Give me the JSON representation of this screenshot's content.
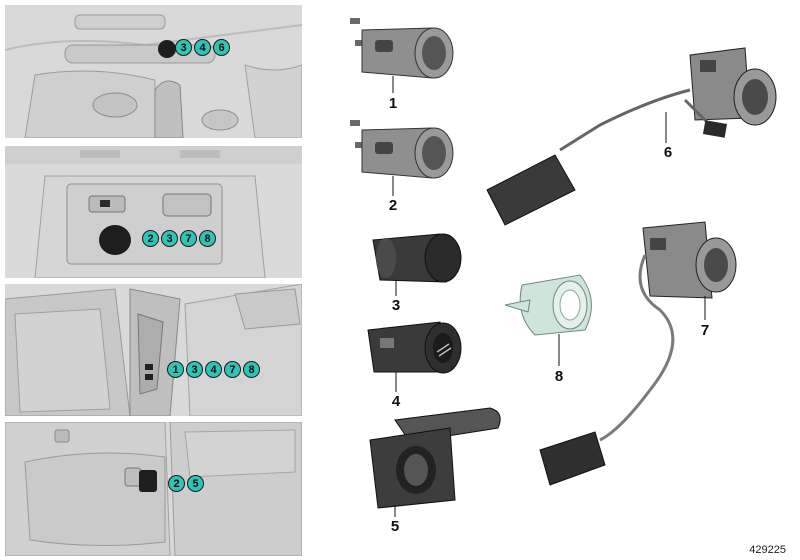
{
  "panels": [
    {
      "name": "front-console",
      "callouts": [
        "3",
        "4",
        "6"
      ]
    },
    {
      "name": "rear-console",
      "callouts": [
        "2",
        "3",
        "7",
        "8"
      ]
    },
    {
      "name": "rear-seat-side",
      "callouts": [
        "1",
        "3",
        "4",
        "7",
        "8"
      ]
    },
    {
      "name": "luggage-compartment",
      "callouts": [
        "2",
        "5"
      ]
    }
  ],
  "parts": [
    {
      "number": "1",
      "icon": "socket-housing-icon"
    },
    {
      "number": "2",
      "icon": "socket-housing-icon"
    },
    {
      "number": "3",
      "icon": "socket-cap-icon"
    },
    {
      "number": "4",
      "icon": "cigarette-lighter-icon"
    },
    {
      "number": "5",
      "icon": "socket-with-cover-icon"
    },
    {
      "number": "6",
      "icon": "socket-with-cable-icon"
    },
    {
      "number": "7",
      "icon": "socket-with-cable-icon"
    },
    {
      "number": "8",
      "icon": "retaining-ring-icon"
    }
  ],
  "colors": {
    "callout_fill": "#2fc4b5",
    "panel_bg": "#dcdcdc",
    "part_gray": "#8a8a8a",
    "ring_green": "#cfe4da"
  },
  "catalog_number": "429225"
}
